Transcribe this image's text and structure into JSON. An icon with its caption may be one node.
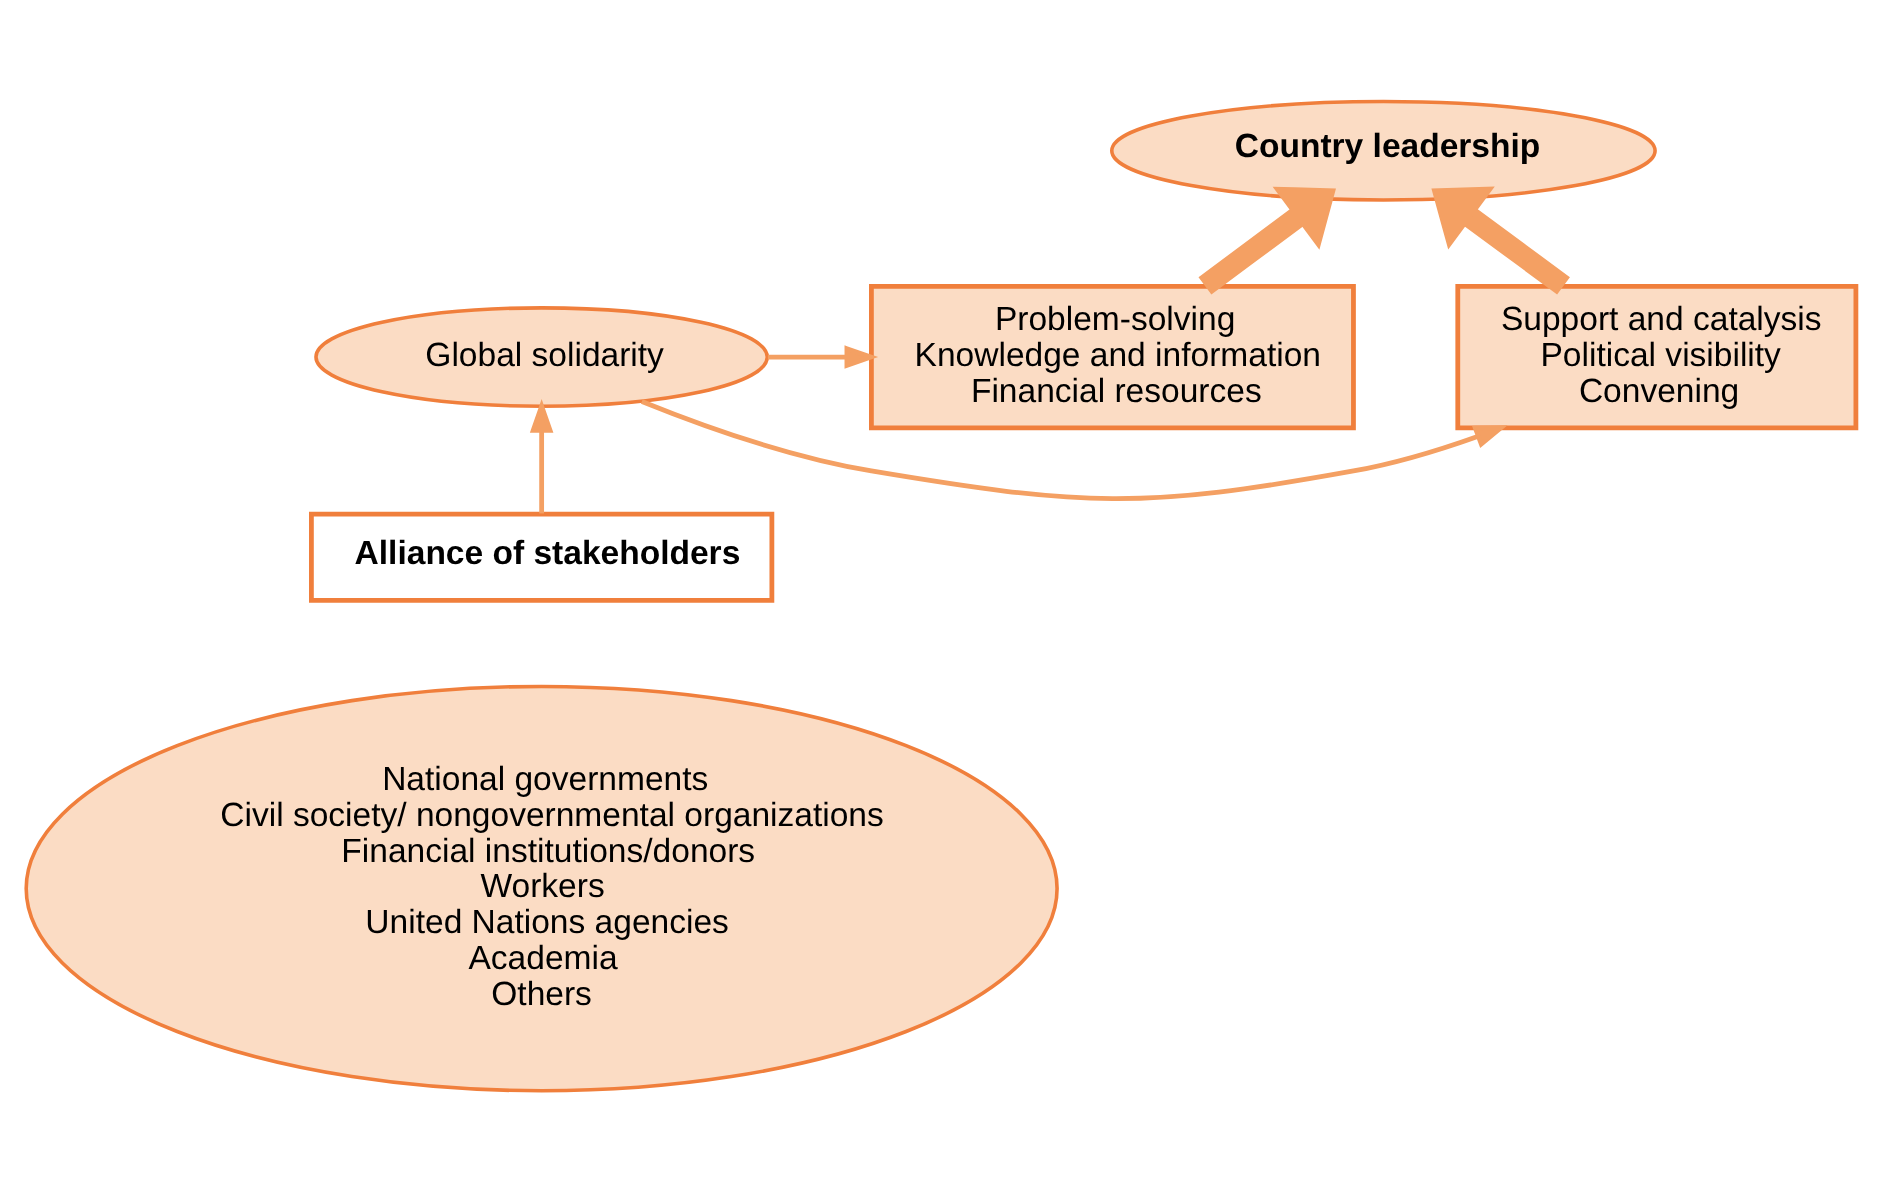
{
  "diagram": {
    "nodes": [
      {
        "text": [
          "Country leadership"
        ]
      },
      {
        "text": [
          "Support and catalysis",
          "Political visibility",
          "Convening"
        ]
      },
      {
        "text": [
          "Global solidarity"
        ]
      },
      {
        "text": [
          "Problem-solving",
          "Knowledge and information",
          "Financial resources"
        ]
      },
      {
        "text": [
          "Alliance of stakeholders"
        ]
      },
      {
        "text": [
          "National governments",
          "Civil society/ nongovernmental organizations",
          "Financial institutions/donors",
          "Workers",
          "United Nations agencies",
          "Academia",
          "Others"
        ]
      }
    ],
    "edges": [
      {
        "from": 1,
        "to": 0,
        "arrow": "to",
        "style": "thick"
      },
      {
        "from": 3,
        "to": 0,
        "arrow": "to",
        "style": "thick"
      },
      {
        "from": 2,
        "to": 1,
        "arrow": "to"
      },
      {
        "from": 2,
        "to": 3,
        "arrow": "to"
      },
      {
        "from": 4,
        "to": 2,
        "arrow": "to"
      }
    ]
  }
}
